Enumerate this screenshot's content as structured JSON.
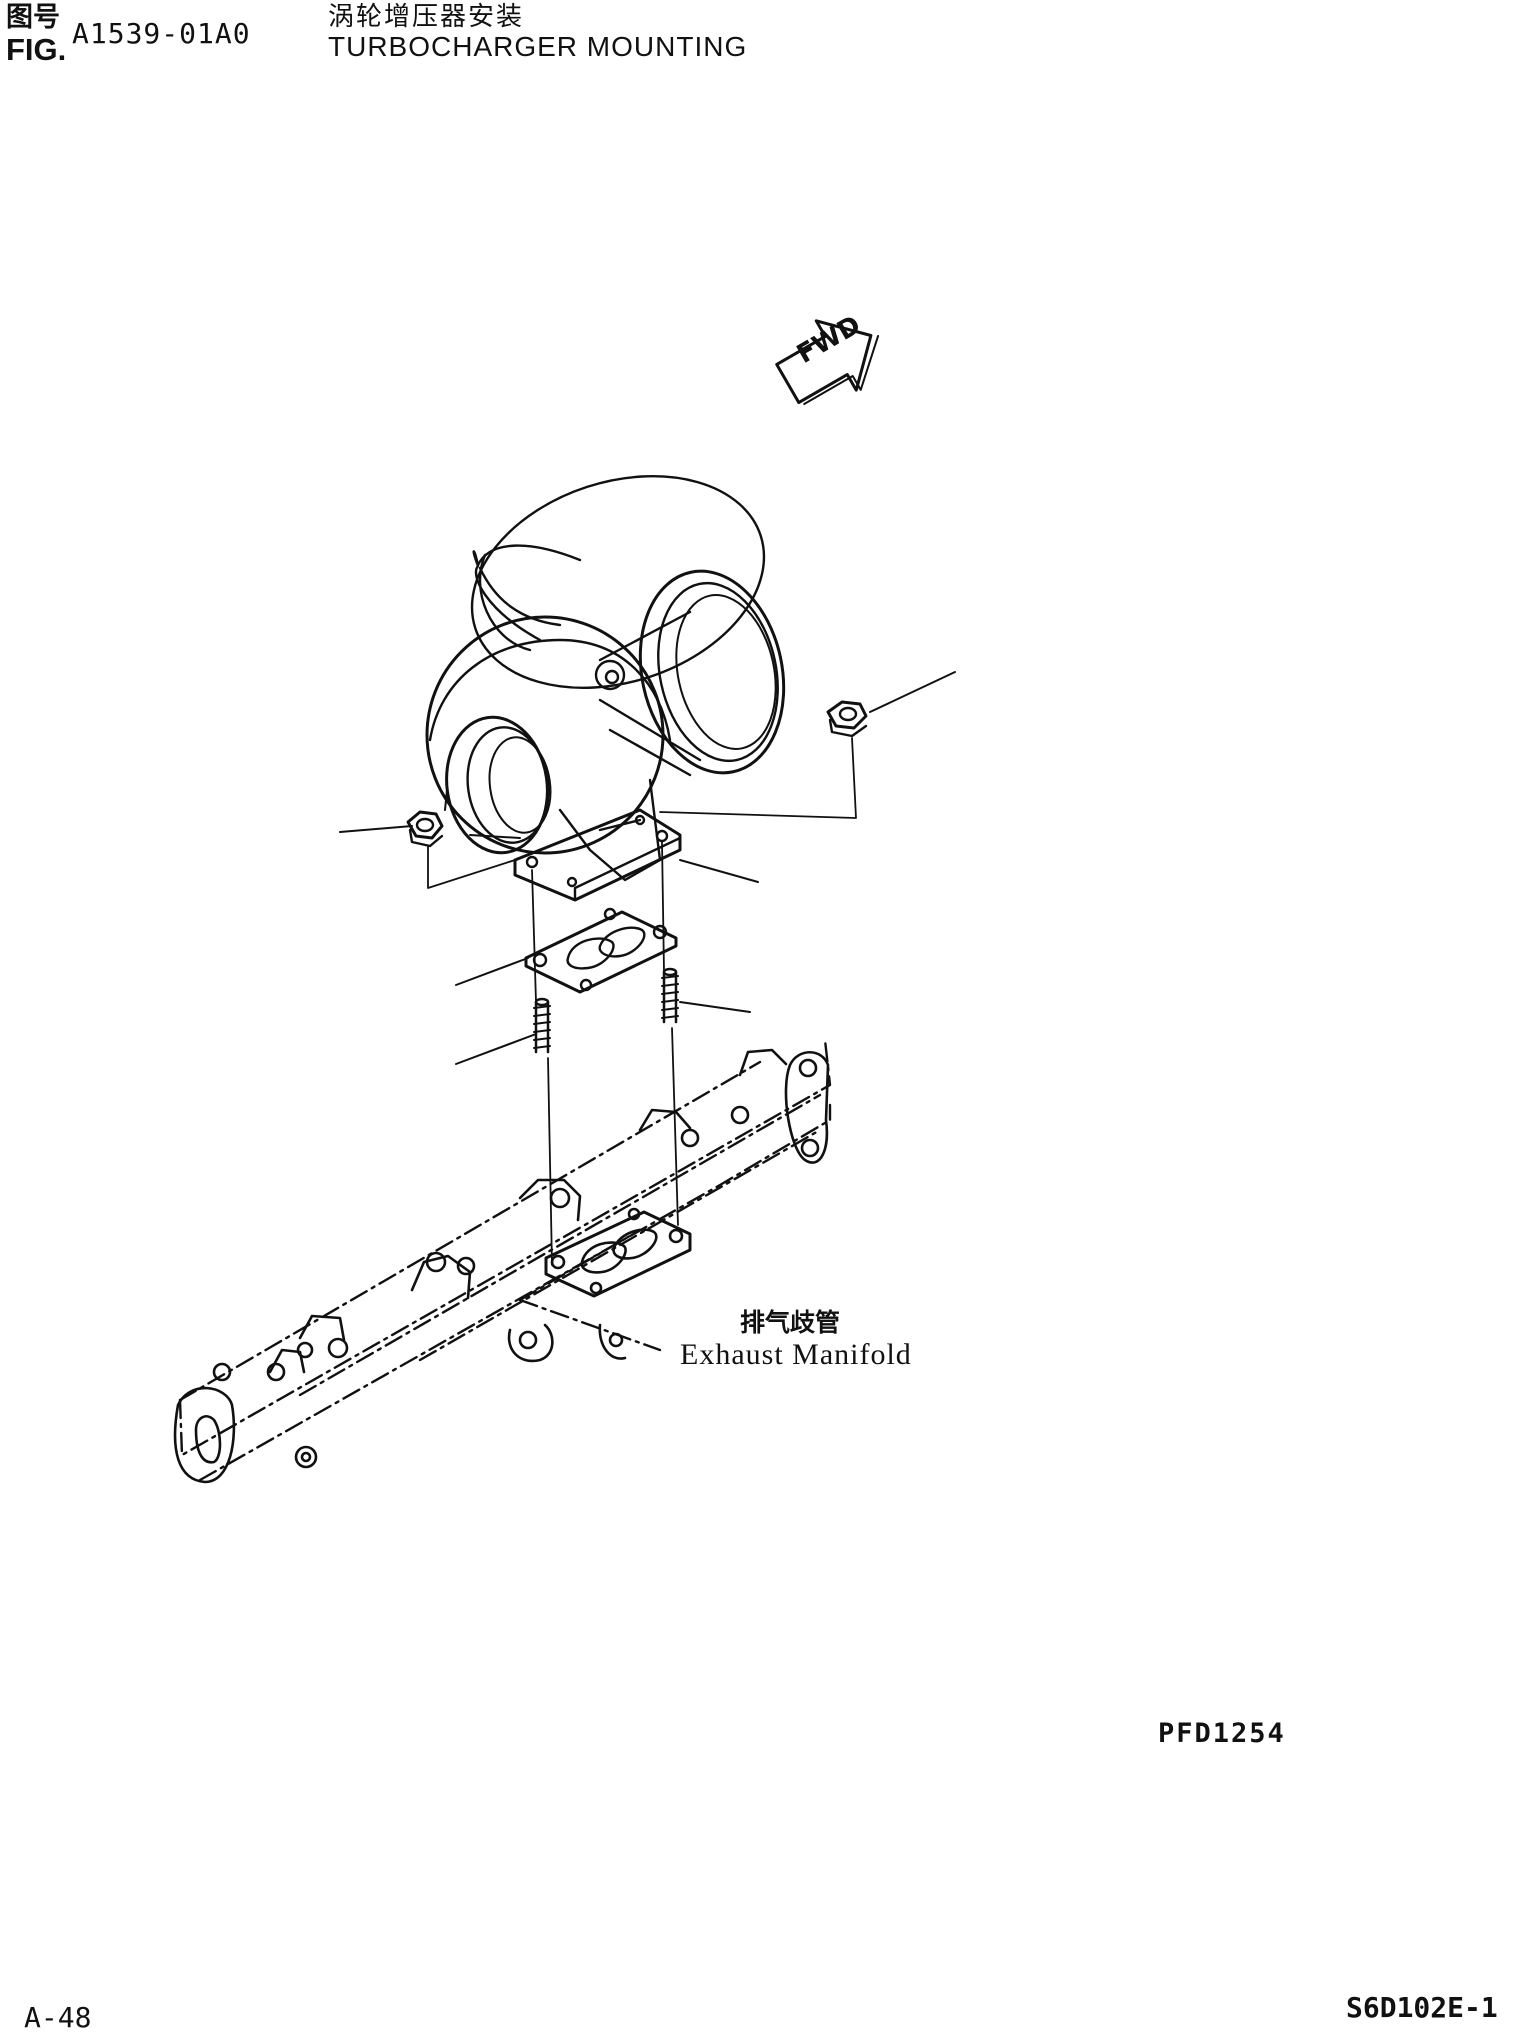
{
  "header": {
    "fig_label_zh": "图号",
    "fig_label_en": "FIG.",
    "fig_number": "A1539-01A0",
    "title_zh": "涡轮增压器安装",
    "title_en": "TURBOCHARGER MOUNTING"
  },
  "diagram": {
    "fwd_label": "FWD",
    "part_label_zh": "排气歧管",
    "part_label_en": "Exhaust Manifold",
    "drawing_code": "PFD1254"
  },
  "footer": {
    "page_number": "A-48",
    "model_code": "S6D102E-1"
  }
}
